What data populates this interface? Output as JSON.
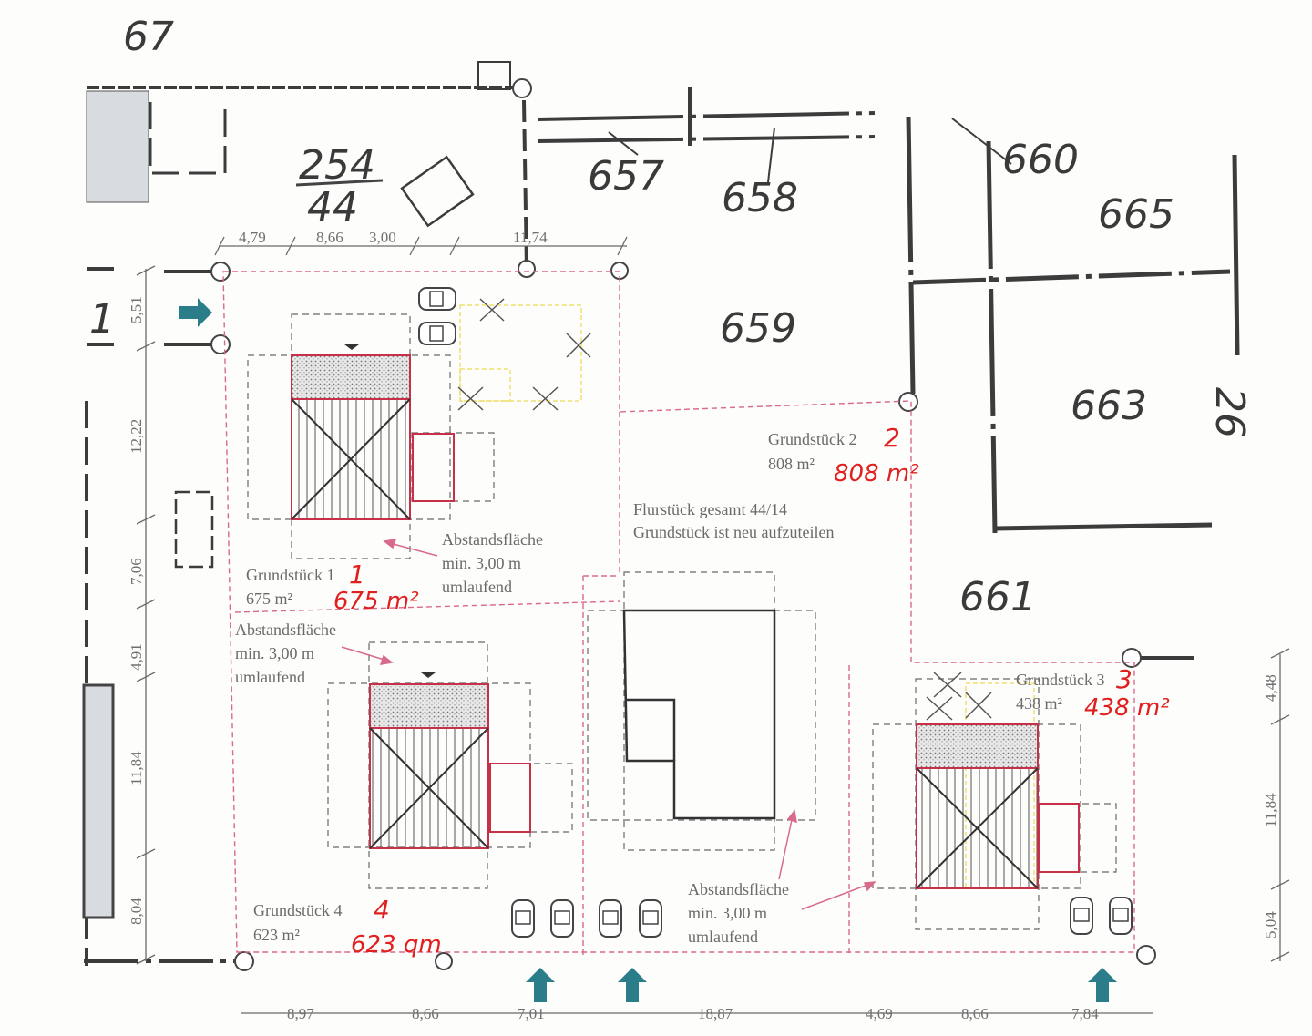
{
  "parcels": {
    "p67": "67",
    "p254_num": "254",
    "p254_den": "44",
    "p657": "657",
    "p658": "658",
    "p660": "660",
    "p665": "665",
    "p659": "659",
    "p663": "663",
    "p26": "26",
    "p661": "661",
    "p1": "1"
  },
  "dimensions": {
    "top": [
      "4,79",
      "8,66",
      "3,00",
      "11,74"
    ],
    "bottom": [
      "8,97",
      "8,66",
      "7,01",
      "18,87",
      "4,69",
      "8,66",
      "7,84"
    ],
    "left": [
      "5,51",
      "12,22",
      "7,06",
      "4,91",
      "11,84",
      "8,04"
    ],
    "right": [
      "4,48",
      "11,84",
      "5,04"
    ]
  },
  "plots": [
    {
      "label": "Grundstück 1",
      "area": "675 m²",
      "hand_number": "1",
      "hand_area": "675 m²"
    },
    {
      "label": "Grundstück 2",
      "area": "808 m²",
      "hand_number": "2",
      "hand_area": "808 m²"
    },
    {
      "label": "Grundstück 3",
      "area": "438 m²",
      "hand_number": "3",
      "hand_area": "438 m²"
    },
    {
      "label": "Grundstück 4",
      "area": "623 m²",
      "hand_number": "4",
      "hand_area": "623 qm"
    }
  ],
  "setback_note": {
    "line1": "Abstandsfläche",
    "line2": "min. 3,00 m",
    "line3": "umlaufend"
  },
  "parcel_note": {
    "line1": "Flurstück gesamt 44/14",
    "line2": "Grundstück ist neu aufzuteilen"
  },
  "colors": {
    "line": "#3c3c3c",
    "pink": "#d86a8a",
    "red": "#e0201e",
    "arrow": "#2b7d8a"
  }
}
